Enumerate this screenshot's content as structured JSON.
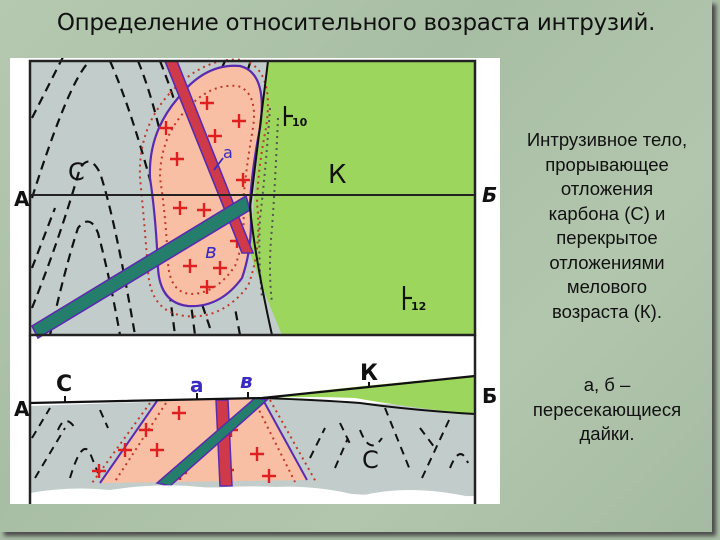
{
  "slide": {
    "title": "Определение относительного возраста интрузий.",
    "caption_main": [
      "Интрузивное тело,",
      "прорывающее",
      "отложения",
      "карбона (С) и",
      "перекрытое",
      "отложениями",
      "мелового",
      "возраста (К)."
    ],
    "caption_dikes": [
      "а, б –",
      "пересекающиеся",
      "дайки."
    ]
  },
  "diagram": {
    "map_labels": {
      "section_start_top": "А",
      "section_end_top": "Б",
      "carbon": "С",
      "cretaceous": "К",
      "dike_a": "а",
      "dike_b": "в",
      "dip_10": "10",
      "dip_12": "12"
    },
    "section_labels": {
      "section_start": "А",
      "section_end": "Б",
      "carbon_surface": "С",
      "carbon_body": "С",
      "cretaceous": "К",
      "dike_a": "а",
      "dike_b": "в"
    },
    "colors": {
      "carbon_gray": "#c2ccca",
      "cretaceous_green": "#9cd65c",
      "intrusion_pink": "#f8bfa4",
      "dike_a_red": "#cf3a4a",
      "dike_b_teal": "#257d6b",
      "contact_purple": "#5a2bb0",
      "cross_red": "#e02020"
    }
  }
}
